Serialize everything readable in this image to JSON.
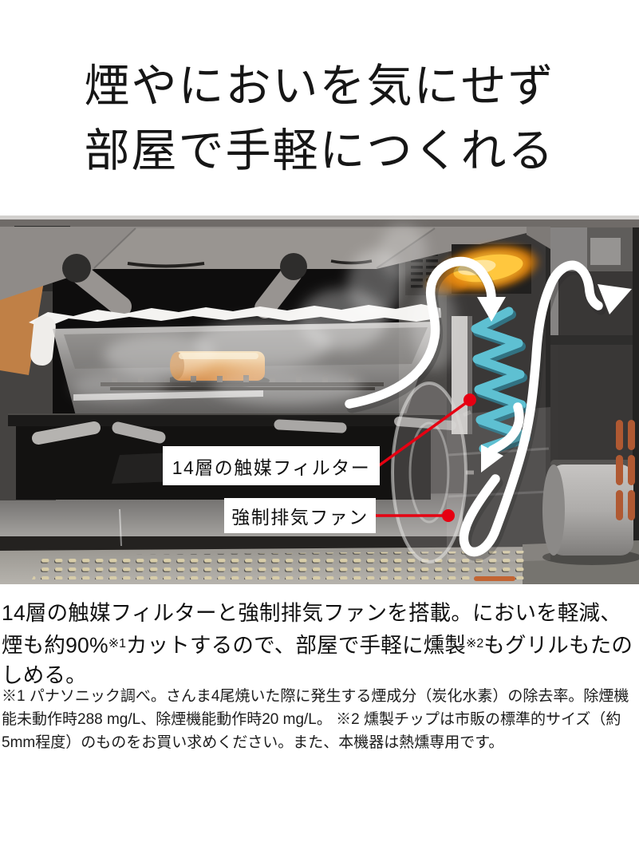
{
  "heading": {
    "line1": "煙やにおいを気にせず",
    "line2": "部屋で手軽につくれる"
  },
  "diagram": {
    "labels": {
      "filter": "14層の触媒フィルター",
      "fan": "強制排気ファン"
    },
    "colors": {
      "callout_red": "#e60012",
      "filter_cyan": "#5ec0d2",
      "heater_glow": "#ffc73e",
      "flow_arrow": "#ffffff"
    }
  },
  "body": {
    "part1": "14層の触媒フィルターと強制排気ファンを搭載。においを軽減、煙も約90%",
    "ref1": "※1",
    "part2": "カットするので、部屋で手軽に燻製",
    "ref2": "※2",
    "part3": "もグリルもたのしめる。"
  },
  "footnotes": {
    "note1": "※1 パナソニック調べ。さんま4尾焼いた際に発生する煙成分（炭化水素）の除去率。除煙機能未動作時288 mg/L、除煙機能動作時20 mg/L。",
    "note2": " ※2 燻製チップは市販の標準的サイズ（約5mm程度）のものをお買い求めください。また、本機器は熱燻専用です。"
  }
}
